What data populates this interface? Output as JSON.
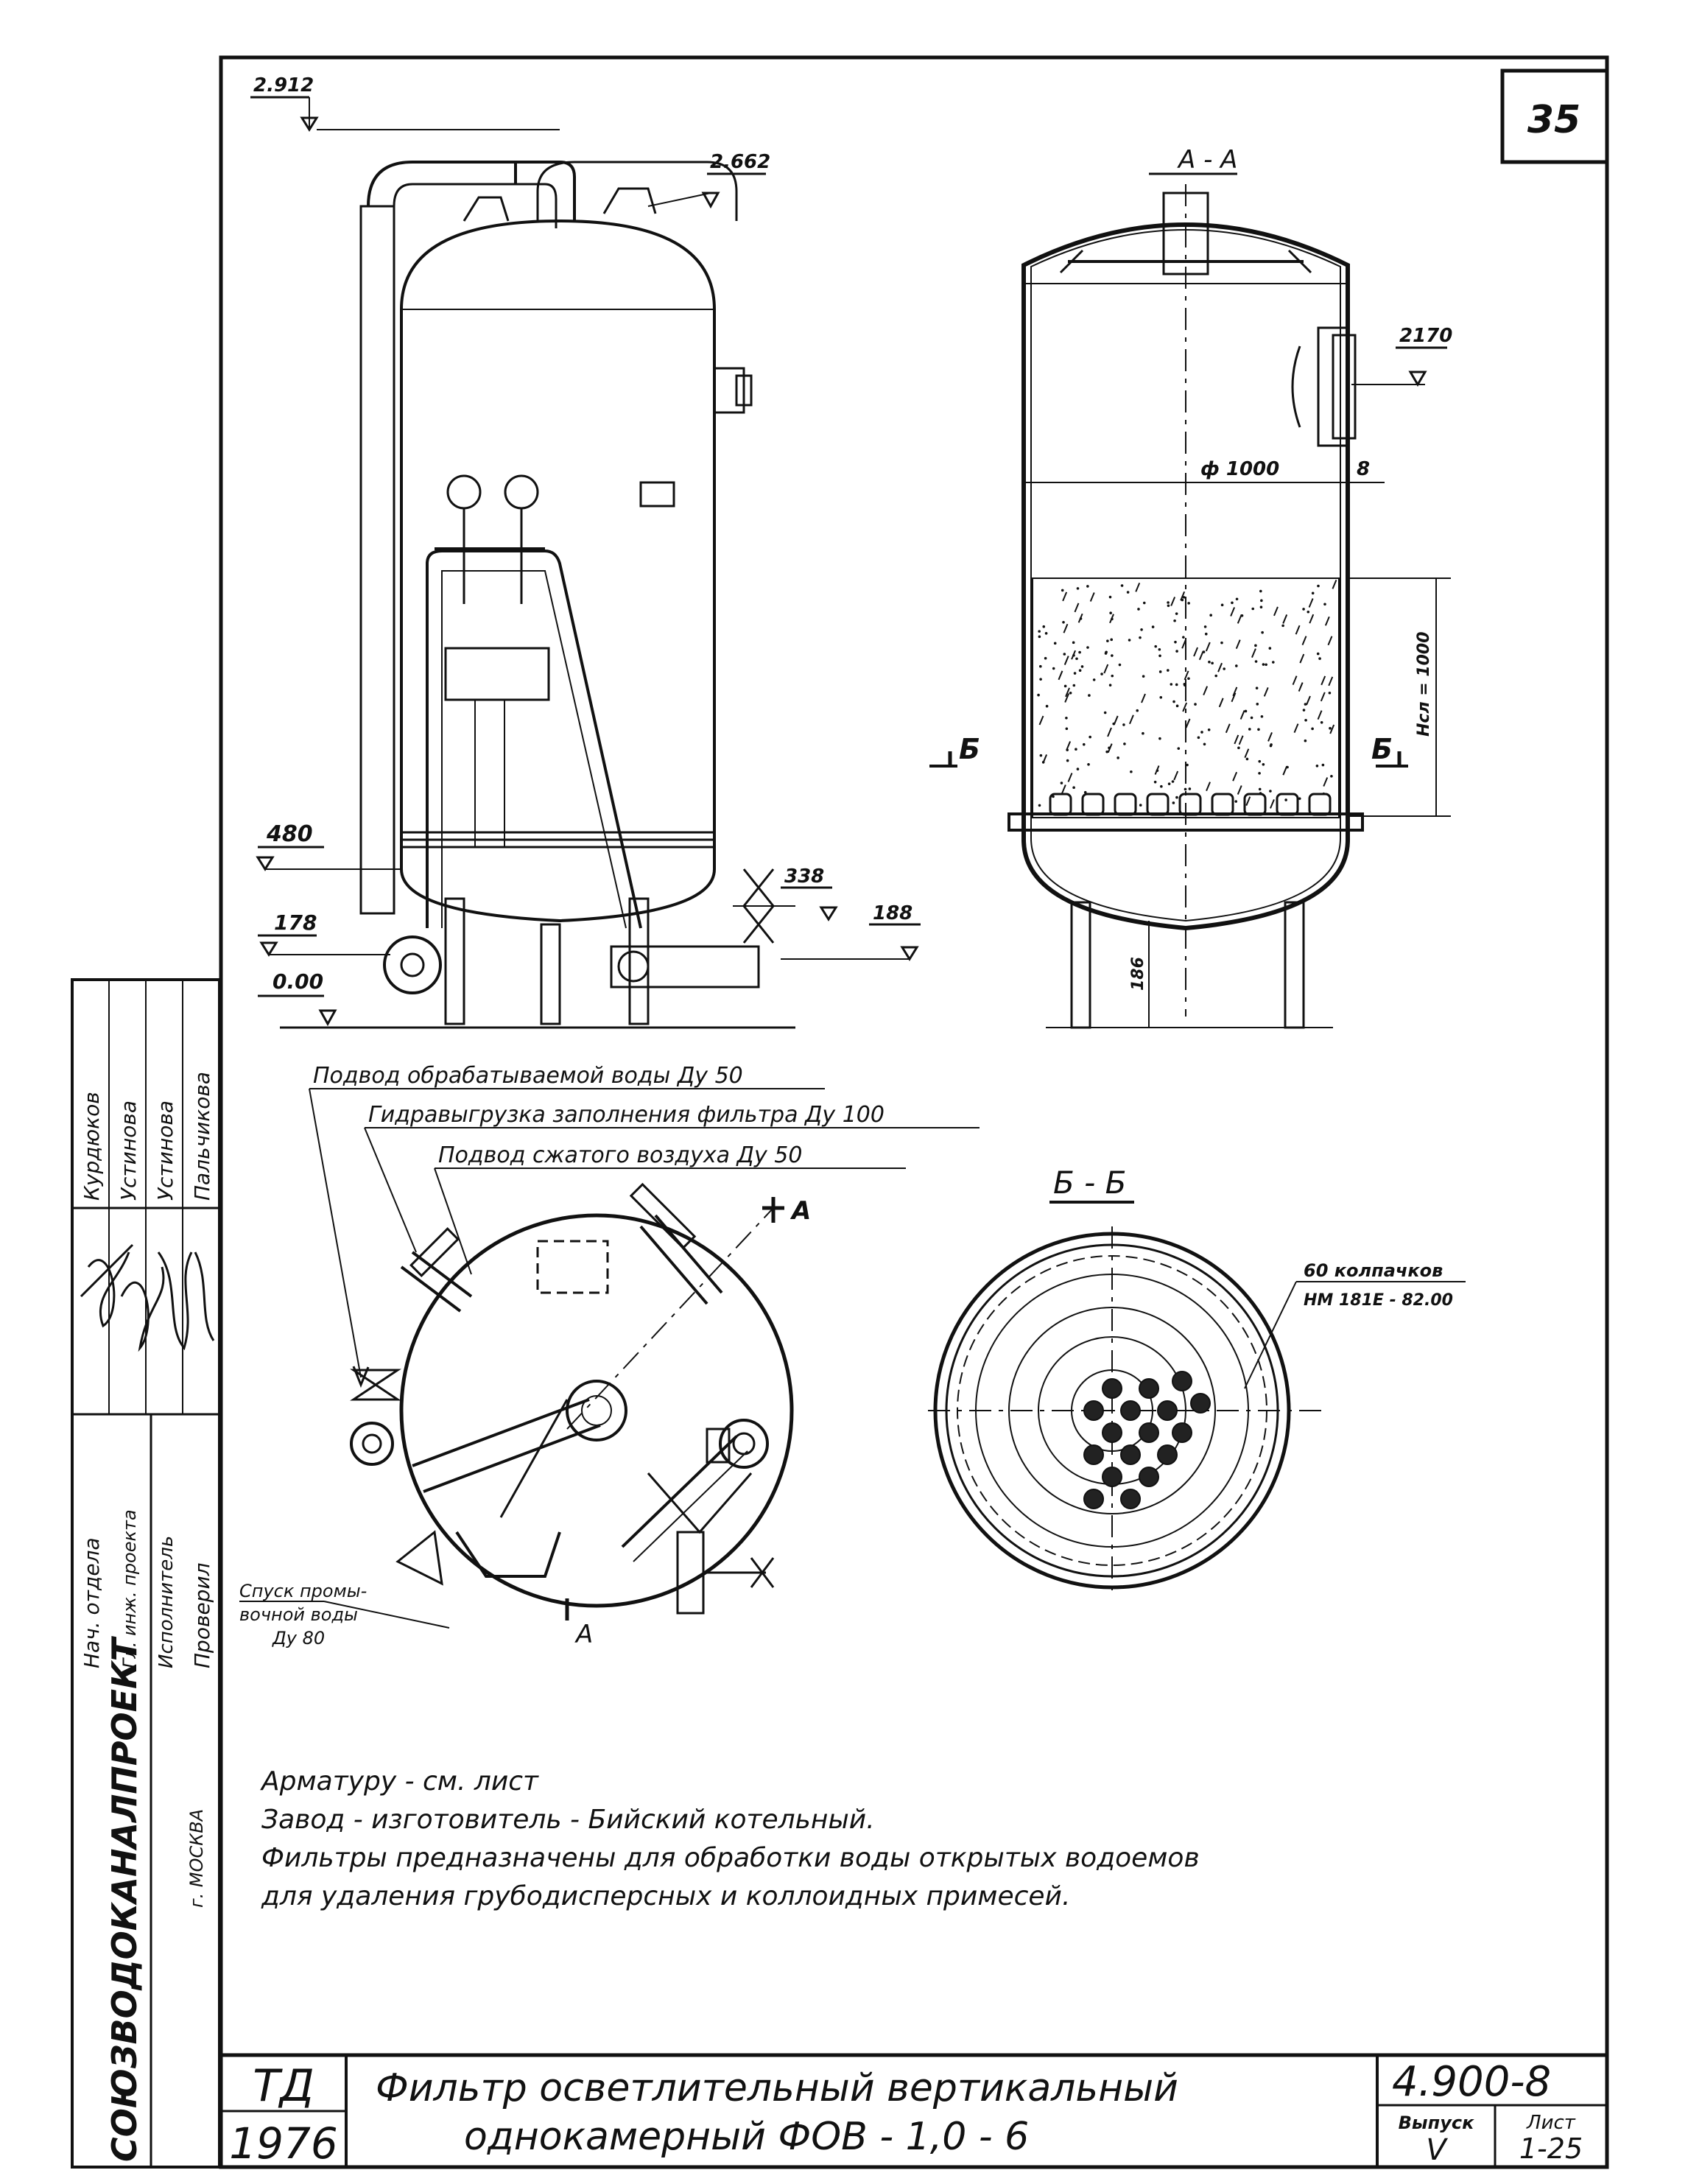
{
  "sheet": {
    "page_number": "35",
    "code": "4.900-8",
    "vypusk_label": "Выпуск",
    "vypusk_value": "V",
    "list_label": "Лист",
    "list_value": "1-25",
    "td_label": "ТД",
    "year": "1976",
    "title_line1": "Фильтр осветлительный вертикальный",
    "title_line2": "однокамерный  ФОВ - 1,0 - 6"
  },
  "organization": {
    "name": "СОЮЗВОДОКАНАЛПРОЕКТ",
    "city": "г. МОСКВА"
  },
  "stamp": {
    "roles": [
      "Нач. отдела",
      "Гл. инж. проекта",
      "Исполнитель",
      "Проверил"
    ],
    "names": [
      "Курдюков",
      "Устинова",
      "Устинова",
      "Пальчикова"
    ]
  },
  "elevations": {
    "e2912": "2.912",
    "e2662": "2.662",
    "e480": "480",
    "e178": "178",
    "e000": "0.00",
    "e338": "338",
    "e188": "188",
    "e2170": "2170"
  },
  "section_aa": {
    "label": "А - А",
    "diameter": "ф 1000",
    "wall": "8",
    "fill_height": "Нсл = 1000",
    "leg_height": "186",
    "cut_left": "Б",
    "cut_right": "Б"
  },
  "section_bb": {
    "label": "Б - Б",
    "caps_line1": "60 колпачков",
    "caps_line2": "НМ 181Е - 82.00"
  },
  "plan": {
    "cut_label_top": "А",
    "cut_label_bottom": "А",
    "callout1": "Подвод обрабатываемой воды  Ду 50",
    "callout2": "Гидравыгрузка заполнения  фильтра  Ду 100",
    "callout3": "Подвод сжатого   воздуха  Ду 50",
    "drain_line1": "Спуск промы-",
    "drain_line2": "вочной воды",
    "drain_line3": "Ду 80"
  },
  "notes": [
    "Арматуру - см. лист",
    "Завод - изготовитель - Бийский котельный.",
    "Фильтры предназначены для обработки воды открытых  водоемов",
    "для удаления грубодисперсных  и коллоидных примесей."
  ]
}
